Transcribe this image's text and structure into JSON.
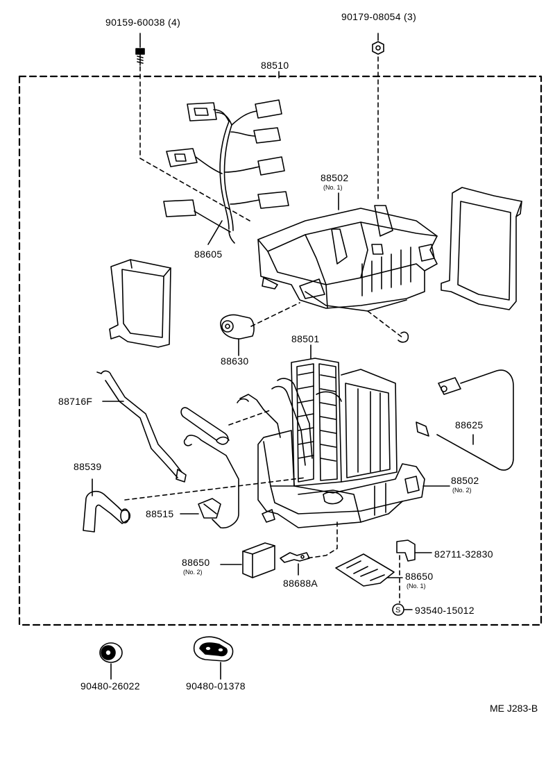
{
  "diagram_code": "ME J283-B",
  "parts": {
    "bolt": "90159-60038",
    "bolt_qty": "(4)",
    "nut": "90179-08054",
    "nut_qty": "(3)",
    "unit_assy": "88510",
    "case_no1": "88502",
    "case_no1_sub": "(No. 1)",
    "wire": "88605",
    "thermistor": "88630",
    "evaporator": "88501",
    "tube": "88716F",
    "hose": "88539",
    "valve": "88515",
    "wire_2": "88625",
    "case_no2": "88502",
    "case_no2_sub": "(No. 2)",
    "amp_no2": "88650",
    "amp_no2_sub": "(No. 2)",
    "clamp": "88688A",
    "bracket": "82711-32830",
    "amp_no1": "88650",
    "amp_no1_sub": "(No. 1)",
    "screw": "93540-15012",
    "screw_mark": "S",
    "grommet_1": "90480-26022",
    "grommet_2": "90480-01378"
  }
}
